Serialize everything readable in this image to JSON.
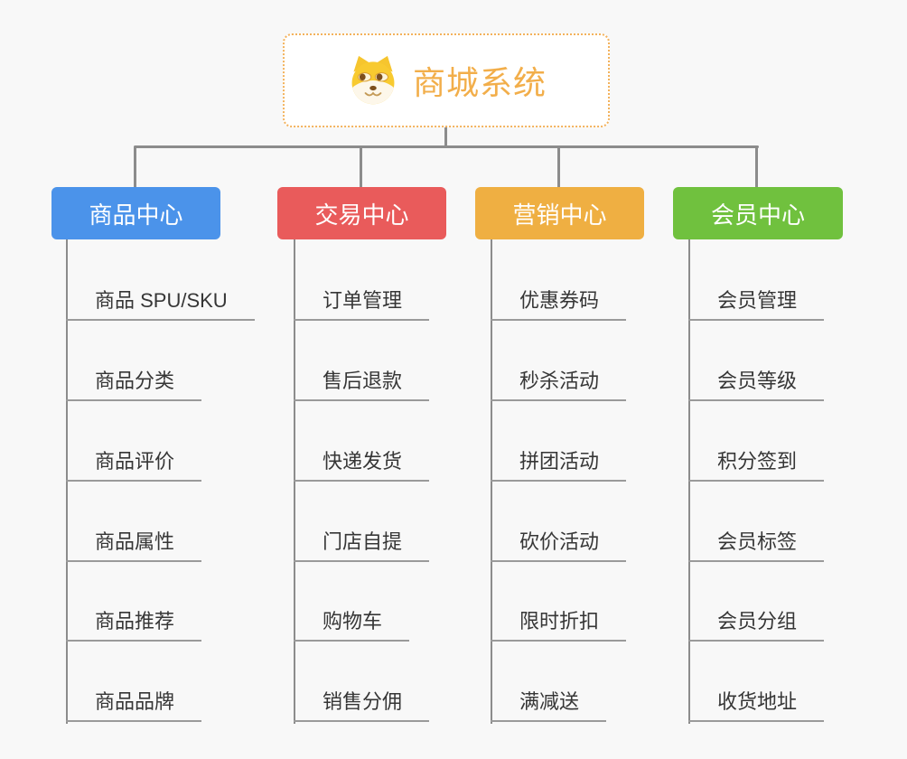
{
  "root": {
    "title": "商城系统",
    "icon": "doge-icon"
  },
  "branches": [
    {
      "label": "商品中心",
      "color": "#4b93ea",
      "children": [
        "商品 SPU/SKU",
        "商品分类",
        "商品评价",
        "商品属性",
        "商品推荐",
        "商品品牌"
      ]
    },
    {
      "label": "交易中心",
      "color": "#e95b5b",
      "children": [
        "订单管理",
        "售后退款",
        "快递发货",
        "门店自提",
        "购物车",
        "销售分佣"
      ]
    },
    {
      "label": "营销中心",
      "color": "#efaf42",
      "children": [
        "优惠券码",
        "秒杀活动",
        "拼团活动",
        "砍价活动",
        "限时折扣",
        "满减送"
      ]
    },
    {
      "label": "会员中心",
      "color": "#70c13e",
      "children": [
        "会员管理",
        "会员等级",
        "积分签到",
        "会员标签",
        "会员分组",
        "收货地址"
      ]
    }
  ],
  "colors": {
    "background": "#f8f8f8",
    "root_accent": "#f2ae4a",
    "root_border": "#f3b25c",
    "connector": "#8c8c8c",
    "leaf_text": "#363636",
    "leaf_underline": "#9a9a9a"
  }
}
